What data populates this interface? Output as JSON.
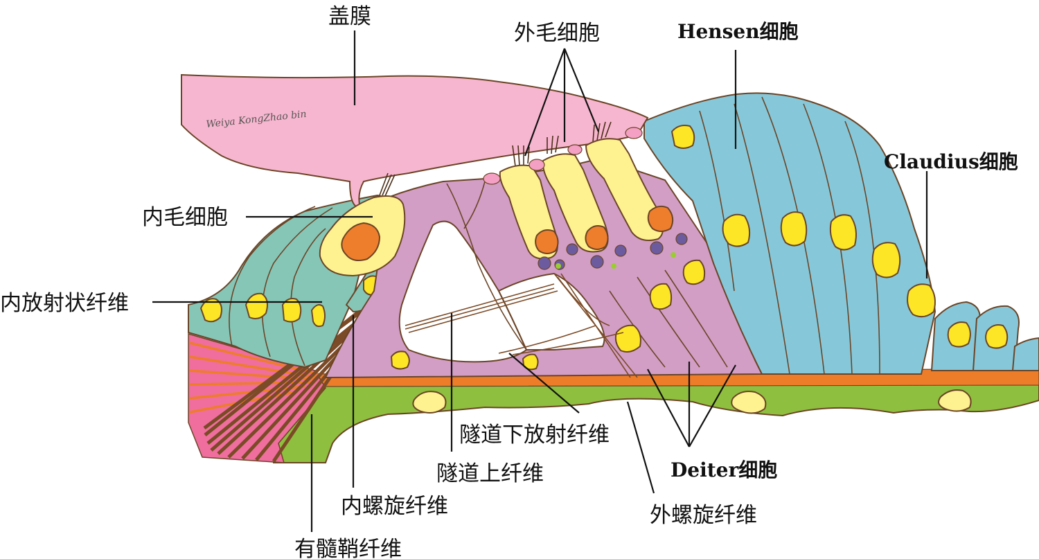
{
  "diagram": {
    "labels": {
      "tectorial_membrane": "盖膜",
      "outer_hair_cells": "外毛细胞",
      "hensen_cells": "Hensen细胞",
      "claudius_cells": "Claudius细胞",
      "inner_hair_cell": "内毛细胞",
      "inner_radial_fibers": "内放射状纤维",
      "tunnel_lower_radial_fibers": "隧道下放射纤维",
      "tunnel_upper_fibers": "隧道上纤维",
      "deiter_cells": "Deiter细胞",
      "inner_spiral_fibers": "内螺旋纤维",
      "outer_spiral_fibers": "外螺旋纤维",
      "myelinated_fibers": "有髓鞘纤维"
    },
    "signature": "Weiya KongZhao bin",
    "colors": {
      "tectorial": "#f7b6cf",
      "hair_cell": "#fdf28f",
      "nucleus": "#ef7e2c",
      "hensen": "#86c8d9",
      "claudius_nucleus": "#fde626",
      "pillar": "#d29ec6",
      "inner_support": "#86c6b7",
      "basilar_orange": "#ee7d2a",
      "basilar_green": "#8fbf3e",
      "nerve_pink": "#ef6e9e",
      "nerve_brown": "#7b4a26",
      "outline": "#6b4426"
    }
  }
}
